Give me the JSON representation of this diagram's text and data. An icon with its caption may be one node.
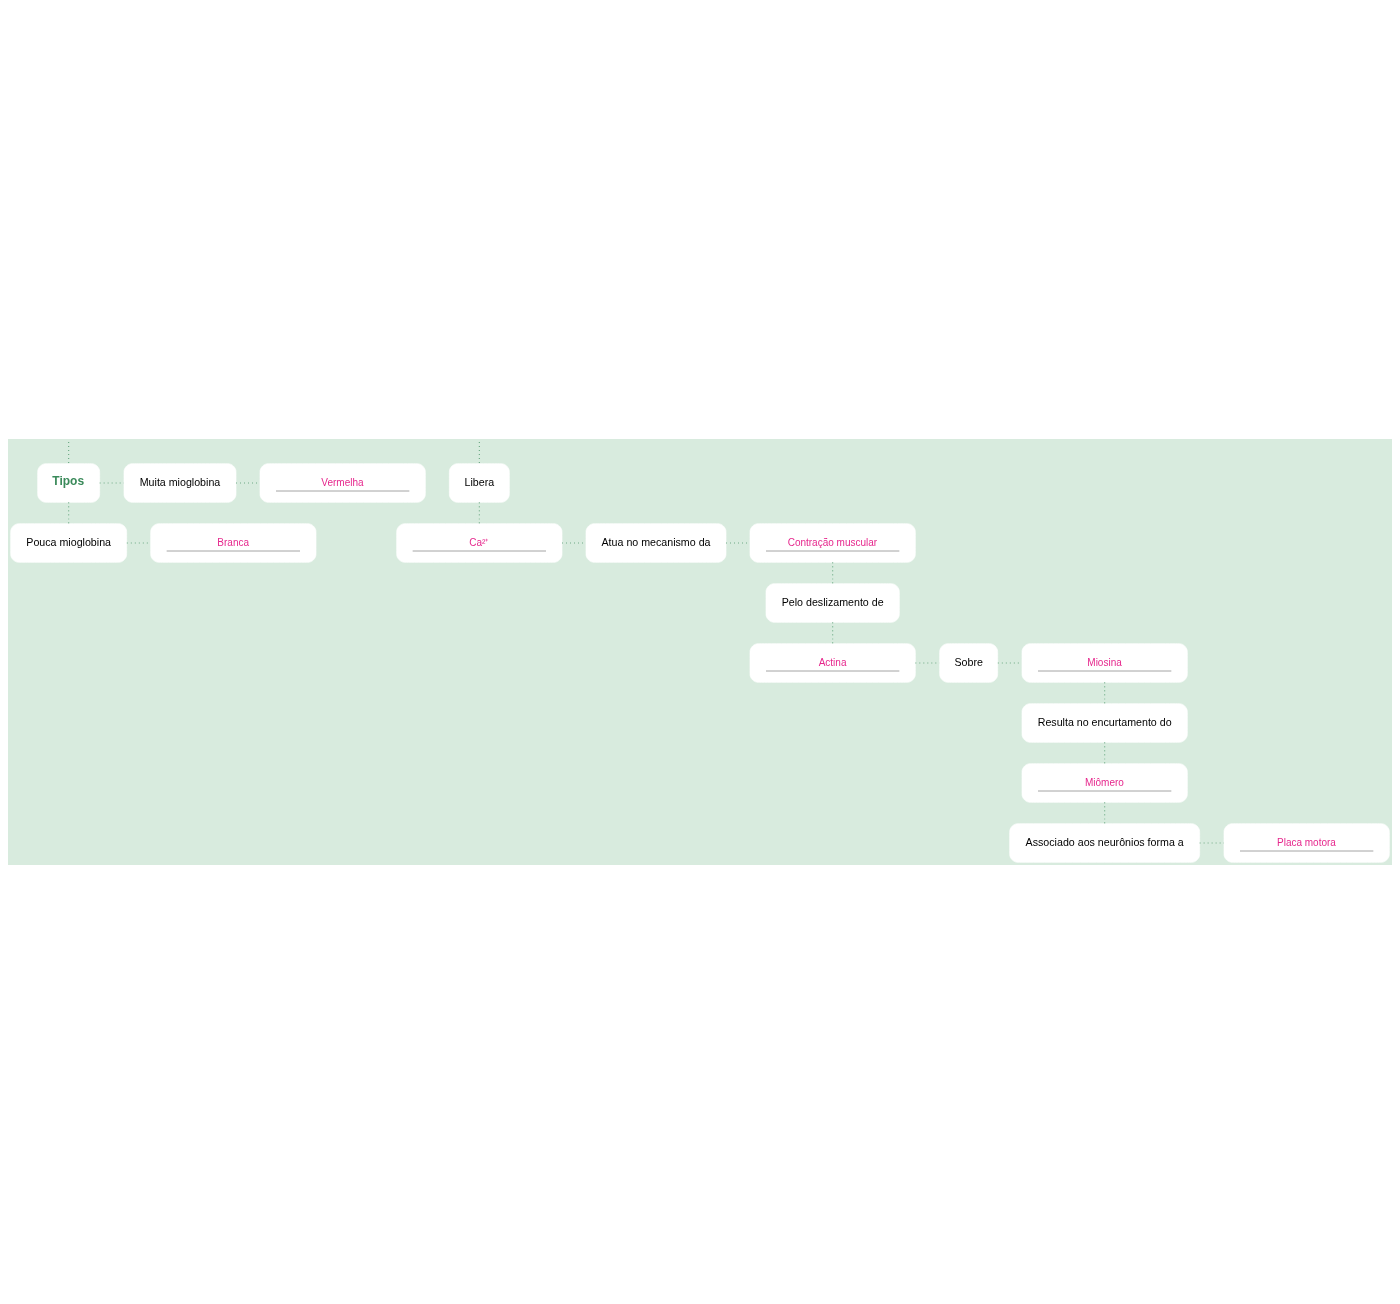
{
  "diagram": {
    "nodes": [
      {
        "text": [
          "Tipos"
        ]
      },
      {
        "text": [
          "Muita mioglobina"
        ]
      },
      {
        "text": [
          "Vermelha"
        ]
      },
      {
        "text": [
          "Pouca mioglobina"
        ]
      },
      {
        "text": [
          "Branca"
        ]
      },
      {
        "text": [
          "Libera"
        ]
      },
      {
        "text": [
          "Ca²⁺"
        ]
      },
      {
        "text": [
          "Atua no mecanismo da"
        ]
      },
      {
        "text": [
          "Contração muscular"
        ]
      },
      {
        "text": [
          "Pelo deslizamento de"
        ]
      },
      {
        "text": [
          "Actina"
        ]
      },
      {
        "text": [
          "Sobre"
        ]
      },
      {
        "text": [
          "Miosina"
        ]
      },
      {
        "text": [
          "Resulta no encurtamento do"
        ]
      },
      {
        "text": [
          "Miômero"
        ]
      },
      {
        "text": [
          "Associado aos neurônios forma a"
        ]
      },
      {
        "text": [
          "Placa motora"
        ]
      }
    ],
    "edges": [
      {
        "from": null,
        "to": 5,
        "arrow": "none"
      },
      {
        "from": null,
        "to": 0,
        "arrow": "none"
      },
      {
        "from": 0,
        "to": 1,
        "arrow": "none"
      },
      {
        "from": 0,
        "to": 3,
        "arrow": "none"
      },
      {
        "from": 1,
        "to": 2,
        "arrow": "none"
      },
      {
        "from": 3,
        "to": 4,
        "arrow": "none"
      },
      {
        "from": 5,
        "to": 6,
        "arrow": "none"
      },
      {
        "from": 6,
        "to": 7,
        "arrow": "none"
      },
      {
        "from": 7,
        "to": 8,
        "arrow": "none"
      },
      {
        "from": 8,
        "to": 9,
        "arrow": "none"
      },
      {
        "from": 9,
        "to": 10,
        "arrow": "none"
      },
      {
        "from": 10,
        "to": 11,
        "arrow": "none"
      },
      {
        "from": 11,
        "to": 12,
        "arrow": "none"
      },
      {
        "from": 12,
        "to": 13,
        "arrow": "none"
      },
      {
        "from": 13,
        "to": 14,
        "arrow": "none"
      },
      {
        "from": 14,
        "to": 15,
        "arrow": "none"
      },
      {
        "from": 15,
        "to": 16,
        "arrow": "none"
      }
    ]
  }
}
